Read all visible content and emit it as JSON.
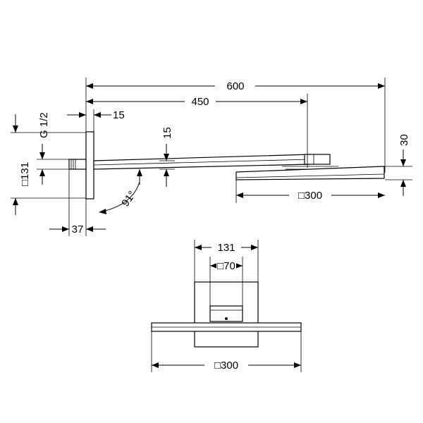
{
  "side_view": {
    "overall_length": "600",
    "arm_length": "450",
    "plate_offset": "15",
    "connection_thread": "G 1/2",
    "plate_size": "□131",
    "arm_drop": "15",
    "head_height": "30",
    "arm_angle": "91°",
    "head_size": "□300",
    "nipple_length": "37"
  },
  "front_view": {
    "plate_width": "131",
    "connector_width": "□70",
    "head_width": "□300"
  },
  "colors": {
    "line": "#000000",
    "background": "#ffffff"
  }
}
